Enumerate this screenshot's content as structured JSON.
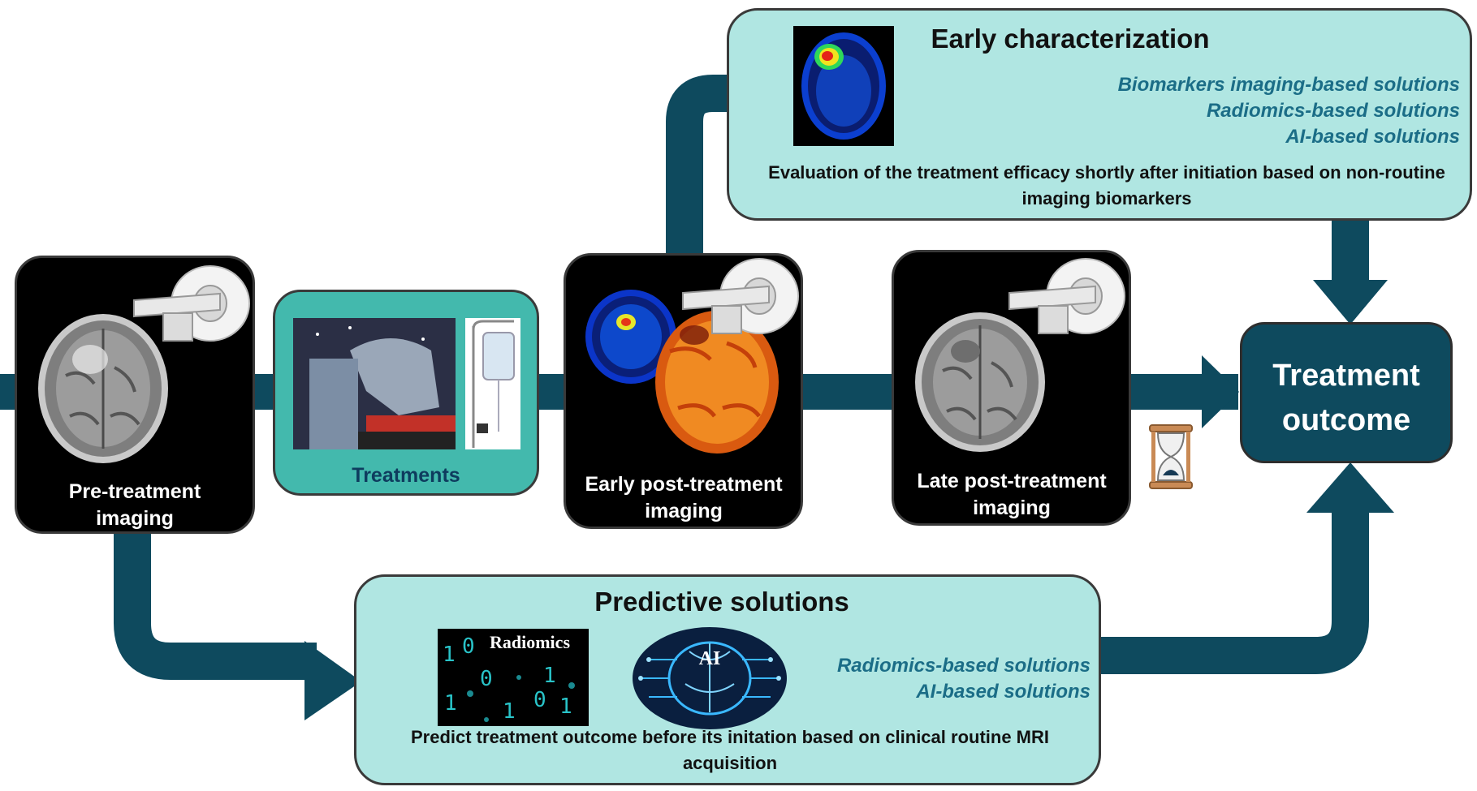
{
  "nodes": {
    "pre": "Pre-treatment imaging",
    "treatments": "Treatments",
    "early_post": "Early post-treatment imaging",
    "late_post": "Late post-treatment imaging",
    "outcome": "Treatment outcome"
  },
  "early_characterization": {
    "title": "Early characterization",
    "solutions": [
      "Biomarkers imaging-based solutions",
      "Radiomics-based solutions",
      "AI-based solutions"
    ],
    "description": "Evaluation of the treatment efficacy shortly after initiation based on non-routine imaging biomarkers"
  },
  "predictive": {
    "title": "Predictive solutions",
    "radiomics_image_label": "Radiomics",
    "ai_image_label": "AI",
    "solutions": [
      "Radiomics-based solutions",
      "AI-based solutions"
    ],
    "description": "Predict treatment outcome before its initation based on clinical routine MRI acquisition"
  },
  "colors": {
    "flow": "#0e4a5e",
    "dark_panel": "#000000",
    "treatment_panel": "#43b9ad",
    "light_panel": "#b0e6e2",
    "solution_text": "#1b6d87"
  },
  "icons": [
    "mri-scanner-icon",
    "hourglass-icon",
    "radiotherapy-photo",
    "iv-drip-photo",
    "pet-scan-image",
    "brain-mri-image"
  ]
}
